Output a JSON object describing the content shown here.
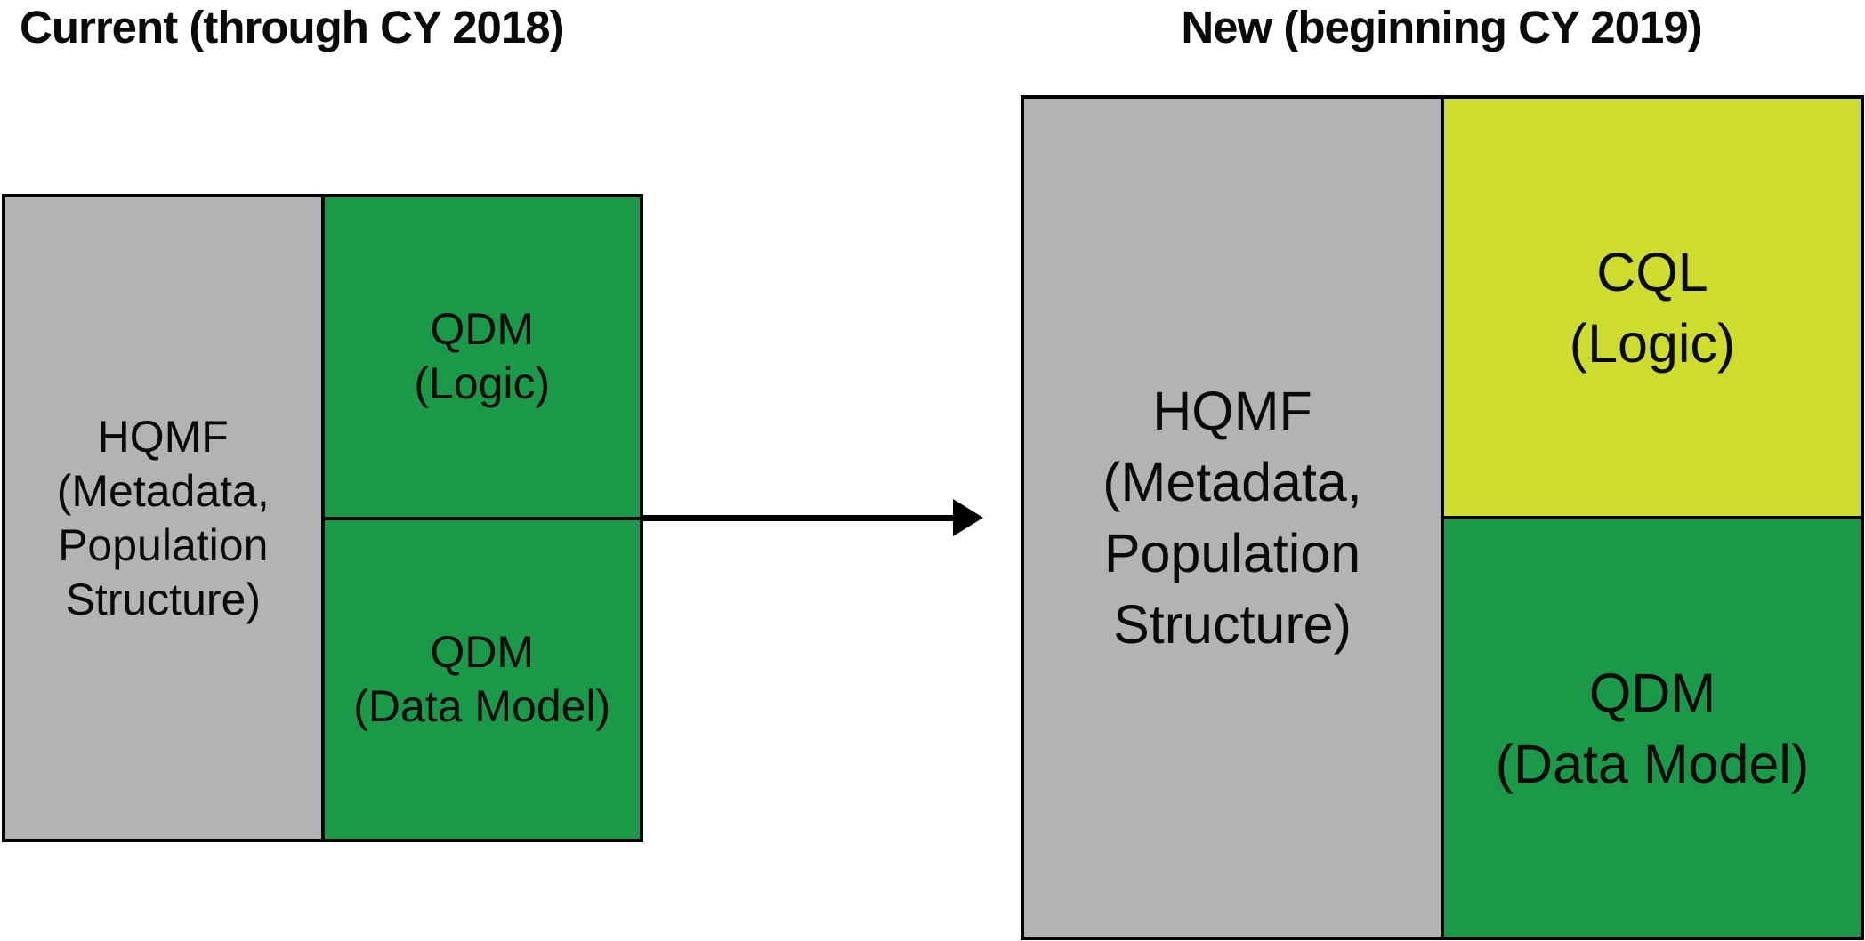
{
  "titles": {
    "current": "Current (through CY 2018)",
    "new": "New (beginning CY 2019)"
  },
  "current_diagram": {
    "hqmf": "HQMF\n(Metadata,\nPopulation\nStructure)",
    "logic": "QDM\n(Logic)",
    "data_model": "QDM\n(Data Model)"
  },
  "new_diagram": {
    "hqmf": "HQMF\n(Metadata,\nPopulation\nStructure)",
    "logic": "CQL\n(Logic)",
    "data_model": "QDM\n(Data Model)"
  },
  "colors": {
    "gray": "#b3b3b3",
    "green": "#1a9948",
    "yellow": "#cddc2e",
    "border": "#000000",
    "text": "#0a0a0a"
  }
}
